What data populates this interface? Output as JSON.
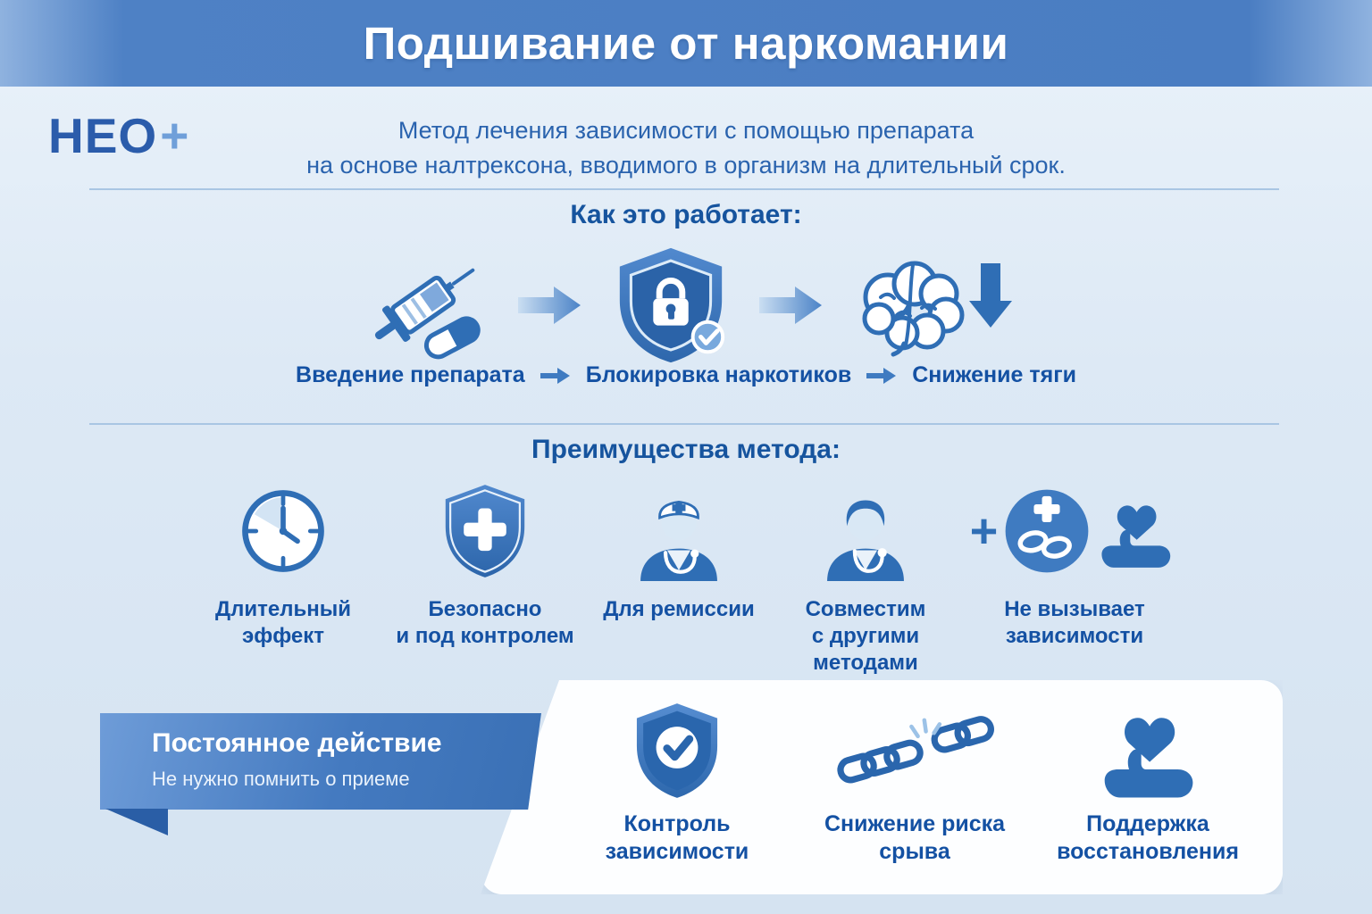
{
  "colors": {
    "accent": "#2f6eb5",
    "header_blue": "#4a7dc2",
    "background": "#dde9f5",
    "label_text": "#1451a3",
    "ribbon_blue": "#447ac0",
    "panel_white": "#fdfeff"
  },
  "header": {
    "title": "Подшивание от наркомании"
  },
  "logo": {
    "text": "НЕО",
    "plus": "+"
  },
  "intro": {
    "line1": "Метод лечения зависимости с помощью препарата",
    "line2": "на основе налтрексона, вводимого в организм на длительный срок."
  },
  "how_it_works": {
    "title": "Как это работает:",
    "steps": [
      {
        "label": "Введение препарата",
        "icon": "syringe-pill-icon"
      },
      {
        "label": "Блокировка наркотиков",
        "icon": "shield-lock-icon"
      },
      {
        "label": "Снижение тяги",
        "icon": "brain-decrease-icon"
      }
    ]
  },
  "advantages": {
    "title": "Преимущества метода:",
    "plus_symbol": "+",
    "items": [
      {
        "label": "Длительный эффект",
        "icon": "clock-icon"
      },
      {
        "label": "Безопасно\nи под контролем",
        "icon": "shield-cross-icon"
      },
      {
        "label": "Для ремиссии",
        "icon": "doctor-cap-icon"
      },
      {
        "label": "Совместим\nс другими\nметодами",
        "icon": "doctor-stethoscope-icon"
      },
      {
        "label": "Не вызывает\nзависимости",
        "icon": "chain-heart-hand-icon"
      }
    ]
  },
  "highlight": {
    "title": "Постоянное действие",
    "subtitle": "Не нужно помнить о приеме"
  },
  "benefits": {
    "items": [
      {
        "label": "Контроль зависимости",
        "icon": "shield-check-icon"
      },
      {
        "label": "Снижение риска срыва",
        "icon": "broken-chain-icon"
      },
      {
        "label": "Поддержка\nвосстановления",
        "icon": "hand-heart-icon"
      }
    ]
  }
}
